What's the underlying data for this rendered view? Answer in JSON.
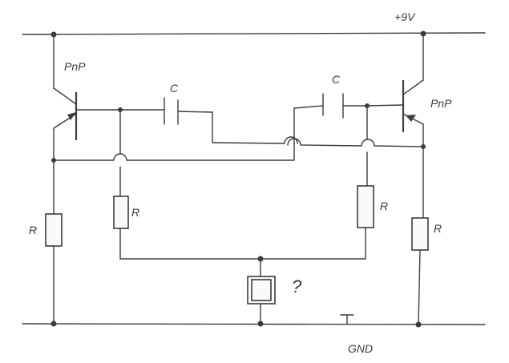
{
  "supply_label": "+9V",
  "ground_label": "GND",
  "transistor_left_label": "PnP",
  "transistor_right_label": "PnP",
  "capacitor_left_label": "C",
  "capacitor_right_label": "C",
  "resistor_labels": [
    "R",
    "R",
    "R",
    "R"
  ],
  "unknown_label": "?"
}
